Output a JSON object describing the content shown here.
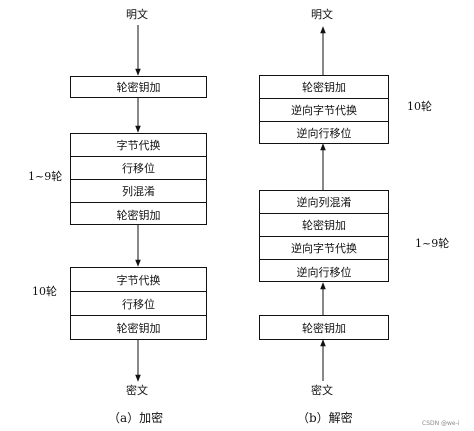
{
  "left": {
    "top_label": "明文",
    "initial": "轮密钥加",
    "rounds_label": "1~9轮",
    "rounds": [
      "字节代换",
      "行移位",
      "列混淆",
      "轮密钥加"
    ],
    "final_label": "10轮",
    "final": [
      "字节代换",
      "行移位",
      "轮密钥加"
    ],
    "bottom_label": "密文",
    "caption": "（a）加密"
  },
  "right": {
    "top_label": "明文",
    "final": [
      "轮密钥加",
      "逆向字节代换",
      "逆向行移位"
    ],
    "final_label": "10轮",
    "rounds": [
      "逆向列混淆",
      "轮密钥加",
      "逆向字节代换",
      "逆向行移位"
    ],
    "rounds_label": "1~9轮",
    "initial": "轮密钥加",
    "bottom_label": "密文",
    "caption": "（b）解密"
  },
  "watermark": "CSDN @we-i"
}
